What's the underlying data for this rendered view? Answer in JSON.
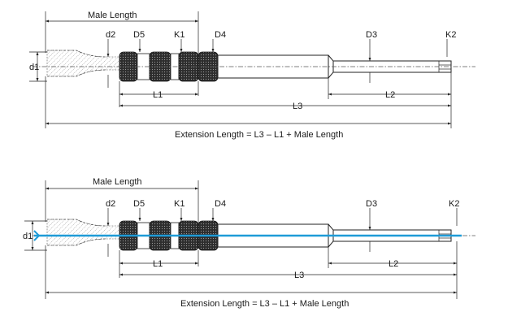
{
  "diagrams": [
    {
      "male_length_label": "Male Length",
      "labels": {
        "d1": "d1",
        "d2": "d2",
        "D5": "D5",
        "K1": "K1",
        "D4": "D4",
        "D3": "D3",
        "K2": "K2",
        "L1": "L1",
        "L2": "L2",
        "L3": "L3"
      },
      "caption": "Extension Length = L3 – L1 + Male Length",
      "highlight_centerline": false
    },
    {
      "male_length_label": "Male Length",
      "labels": {
        "d1": "d1",
        "d2": "d2",
        "D5": "D5",
        "K1": "K1",
        "D4": "D4",
        "D3": "D3",
        "K2": "K2",
        "L1": "L1",
        "L2": "L2",
        "L3": "L3"
      },
      "caption": "Extension Length = L3 – L1 + Male Length",
      "highlight_centerline": true
    }
  ],
  "colors": {
    "line": "#222222",
    "highlight": "#1e9bd7",
    "knurl": "#3a3a3a"
  }
}
